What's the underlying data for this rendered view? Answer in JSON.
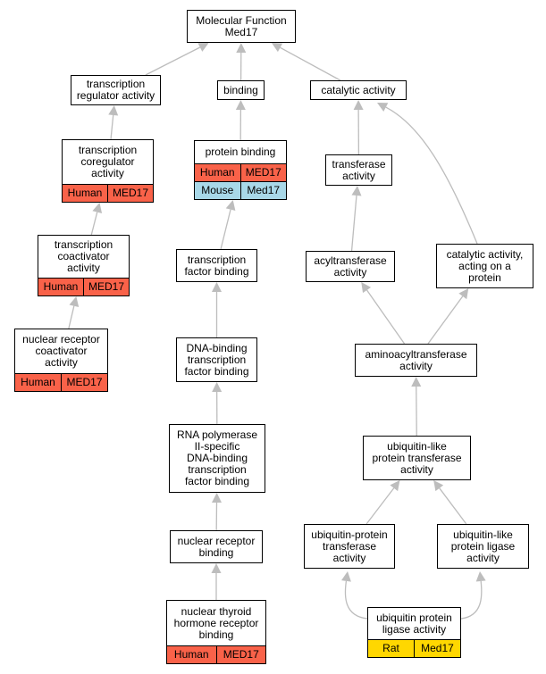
{
  "colors": {
    "human": "#f96249",
    "mouse": "#a8d8e8",
    "rat": "#ffd700",
    "edge": "#bdbdbd"
  },
  "nodes": [
    {
      "id": "molecular-function",
      "lines": [
        "Molecular Function",
        "Med17"
      ],
      "rows": []
    },
    {
      "id": "transcription-regulator-activity",
      "lines": [
        "transcription",
        "regulator activity"
      ],
      "rows": []
    },
    {
      "id": "binding",
      "lines": [
        "binding"
      ],
      "rows": []
    },
    {
      "id": "catalytic-activity",
      "lines": [
        "catalytic activity"
      ],
      "rows": []
    },
    {
      "id": "transcription-coregulator-activity",
      "lines": [
        "transcription",
        "coregulator",
        "activity"
      ],
      "rows": [
        {
          "species": "Human",
          "gene": "MED17",
          "color": "human"
        }
      ]
    },
    {
      "id": "protein-binding",
      "lines": [
        "protein binding"
      ],
      "rows": [
        {
          "species": "Human",
          "gene": "MED17",
          "color": "human"
        },
        {
          "species": "Mouse",
          "gene": "Med17",
          "color": "mouse"
        }
      ]
    },
    {
      "id": "transferase-activity",
      "lines": [
        "transferase",
        "activity"
      ],
      "rows": []
    },
    {
      "id": "transcription-coactivator-activity",
      "lines": [
        "transcription",
        "coactivator",
        "activity"
      ],
      "rows": [
        {
          "species": "Human",
          "gene": "MED17",
          "color": "human"
        }
      ]
    },
    {
      "id": "transcription-factor-binding",
      "lines": [
        "transcription",
        "factor binding"
      ],
      "rows": []
    },
    {
      "id": "acyltransferase-activity",
      "lines": [
        "acyltransferase",
        "activity"
      ],
      "rows": []
    },
    {
      "id": "catalytic-activity-acting-on-a-protein",
      "lines": [
        "catalytic activity,",
        "acting on a",
        "protein"
      ],
      "rows": []
    },
    {
      "id": "nuclear-receptor-coactivator-activity",
      "lines": [
        "nuclear receptor",
        "coactivator",
        "activity"
      ],
      "rows": [
        {
          "species": "Human",
          "gene": "MED17",
          "color": "human"
        }
      ]
    },
    {
      "id": "dna-binding-transcription-factor-binding",
      "lines": [
        "DNA-binding",
        "transcription",
        "factor binding"
      ],
      "rows": []
    },
    {
      "id": "aminoacyltransferase-activity",
      "lines": [
        "aminoacyltransferase",
        "activity"
      ],
      "rows": []
    },
    {
      "id": "rna-polymerase-ii-specific-dna-binding-transcription-factor-binding",
      "lines": [
        "RNA polymerase",
        "II-specific",
        "DNA-binding",
        "transcription",
        "factor binding"
      ],
      "rows": []
    },
    {
      "id": "ubiquitin-like-protein-transferase-activity",
      "lines": [
        "ubiquitin-like",
        "protein transferase",
        "activity"
      ],
      "rows": []
    },
    {
      "id": "nuclear-receptor-binding",
      "lines": [
        "nuclear receptor",
        "binding"
      ],
      "rows": []
    },
    {
      "id": "ubiquitin-protein-transferase-activity",
      "lines": [
        "ubiquitin-protein",
        "transferase",
        "activity"
      ],
      "rows": []
    },
    {
      "id": "ubiquitin-like-protein-ligase-activity",
      "lines": [
        "ubiquitin-like",
        "protein ligase",
        "activity"
      ],
      "rows": []
    },
    {
      "id": "nuclear-thyroid-hormone-receptor-binding",
      "lines": [
        "nuclear thyroid",
        "hormone receptor",
        "binding"
      ],
      "rows": [
        {
          "species": "Human",
          "gene": "MED17",
          "color": "human"
        }
      ]
    },
    {
      "id": "ubiquitin-protein-ligase-activity",
      "lines": [
        "ubiquitin protein",
        "ligase activity"
      ],
      "rows": [
        {
          "species": "Rat",
          "gene": "Med17",
          "color": "rat"
        }
      ]
    }
  ],
  "edges": [
    {
      "from": "transcription-regulator-activity",
      "to": "molecular-function"
    },
    {
      "from": "binding",
      "to": "molecular-function"
    },
    {
      "from": "catalytic-activity",
      "to": "molecular-function"
    },
    {
      "from": "transcription-coregulator-activity",
      "to": "transcription-regulator-activity"
    },
    {
      "from": "protein-binding",
      "to": "binding"
    },
    {
      "from": "transferase-activity",
      "to": "catalytic-activity"
    },
    {
      "from": "catalytic-activity-acting-on-a-protein",
      "to": "catalytic-activity"
    },
    {
      "from": "transcription-coactivator-activity",
      "to": "transcription-coregulator-activity"
    },
    {
      "from": "transcription-factor-binding",
      "to": "protein-binding"
    },
    {
      "from": "acyltransferase-activity",
      "to": "transferase-activity"
    },
    {
      "from": "nuclear-receptor-coactivator-activity",
      "to": "transcription-coactivator-activity"
    },
    {
      "from": "dna-binding-transcription-factor-binding",
      "to": "transcription-factor-binding"
    },
    {
      "from": "aminoacyltransferase-activity",
      "to": "acyltransferase-activity"
    },
    {
      "from": "aminoacyltransferase-activity",
      "to": "catalytic-activity-acting-on-a-protein"
    },
    {
      "from": "rna-polymerase-ii-specific-dna-binding-transcription-factor-binding",
      "to": "dna-binding-transcription-factor-binding"
    },
    {
      "from": "ubiquitin-like-protein-transferase-activity",
      "to": "aminoacyltransferase-activity"
    },
    {
      "from": "nuclear-receptor-binding",
      "to": "rna-polymerase-ii-specific-dna-binding-transcription-factor-binding"
    },
    {
      "from": "ubiquitin-protein-transferase-activity",
      "to": "ubiquitin-like-protein-transferase-activity"
    },
    {
      "from": "ubiquitin-like-protein-ligase-activity",
      "to": "ubiquitin-like-protein-transferase-activity"
    },
    {
      "from": "nuclear-thyroid-hormone-receptor-binding",
      "to": "nuclear-receptor-binding"
    },
    {
      "from": "ubiquitin-protein-ligase-activity",
      "to": "ubiquitin-protein-transferase-activity"
    },
    {
      "from": "ubiquitin-protein-ligase-activity",
      "to": "ubiquitin-like-protein-ligase-activity"
    }
  ]
}
